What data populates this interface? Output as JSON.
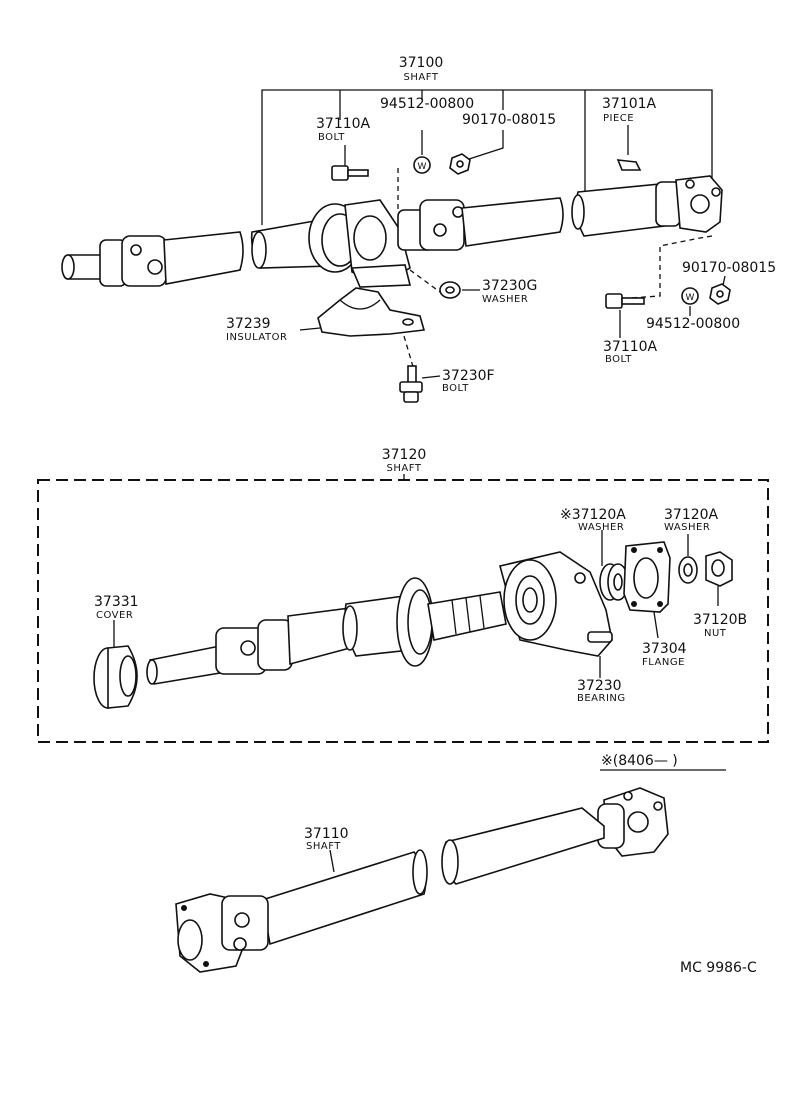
{
  "callouts": {
    "c37100": {
      "number": "37100",
      "name": "SHAFT"
    },
    "c94512_top": {
      "number": "94512-00800"
    },
    "c90170_top": {
      "number": "90170-08015"
    },
    "c37110A_top": {
      "number": "37110A",
      "name": "BOLT"
    },
    "c37101A": {
      "number": "37101A",
      "name": "PIECE"
    },
    "c37230G": {
      "number": "37230G",
      "name": "WASHER"
    },
    "c37239": {
      "number": "37239",
      "name": "INSULATOR"
    },
    "c37230F": {
      "number": "37230F",
      "name": "BOLT"
    },
    "c90170_right": {
      "number": "90170-08015"
    },
    "c94512_right": {
      "number": "94512-00800"
    },
    "c37110A_right": {
      "number": "37110A",
      "name": "BOLT"
    },
    "c37120": {
      "number": "37120",
      "name": "SHAFT"
    },
    "c37120A_star": {
      "number": "※37120A",
      "name": "WASHER"
    },
    "c37120A": {
      "number": "37120A",
      "name": "WASHER"
    },
    "c37331": {
      "number": "37331",
      "name": "COVER"
    },
    "c37120B": {
      "number": "37120B",
      "name": "NUT"
    },
    "c37304": {
      "number": "37304",
      "name": "FLANGE"
    },
    "c37230": {
      "number": "37230",
      "name": "BEARING"
    },
    "c37110": {
      "number": "37110",
      "name": "SHAFT"
    }
  },
  "date_note": "※(8406—       )",
  "washer_mark": "W",
  "drawing_code": "MC  9986-C"
}
